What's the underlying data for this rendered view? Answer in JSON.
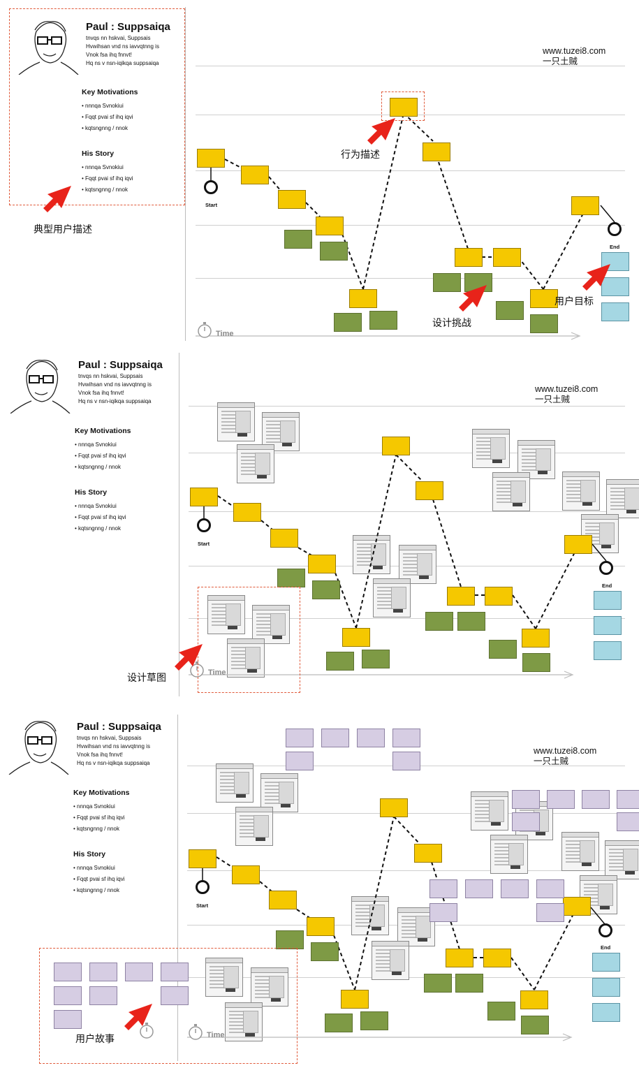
{
  "persona": {
    "name": "Paul : Suppsaiqa",
    "desc": [
      "tnvqs nn hskvai, Suppsais",
      "Hvwihsan vnd ns iavvqtnng is",
      "Vnok fsa ihq fnnvt!",
      "Hq ns v nsn-iqikqa suppsaiqa"
    ],
    "motivations_title": "Key Motivations",
    "motivations": [
      "• nnnqa Svnokiui",
      "• Fqqt pvai sf ihq iqvi",
      "• kqtsngnng / nnok"
    ],
    "story_title": "His Story",
    "story": [
      "• nnnqa Svnokiui",
      "• Fqqt pvai sf ihq iqvi",
      "• kqtsngnng / nnok"
    ]
  },
  "watermark": {
    "url": "www.tuzei8.com",
    "name": "一只土贼"
  },
  "map": {
    "start": "Start",
    "end": "End",
    "time": "Time"
  },
  "annotations": {
    "persona_desc": "典型用户描述",
    "behavior": "行为描述",
    "user_goal": "用户目标",
    "design_challenge": "设计挑战",
    "design_sketch": "设计草图",
    "user_story": "用户故事"
  },
  "colors": {
    "behavior": "#f5c800",
    "challenge": "#7e9a45",
    "goal": "#a5d7e3",
    "story": "#d6cde3",
    "annotation": "#e8231a"
  }
}
